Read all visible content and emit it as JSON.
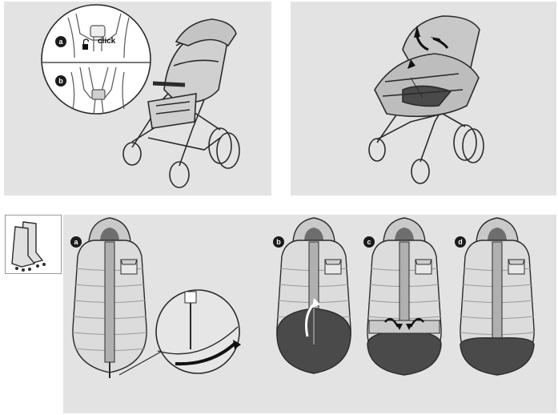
{
  "steps": {
    "top_left": {
      "a": "a",
      "b": "b",
      "click": "click"
    },
    "bottom": {
      "a": "a",
      "b": "b",
      "c": "c",
      "d": "d"
    }
  },
  "icons": [
    "stroller-footmuff-icon",
    "padlock-icon",
    "boots-icon",
    "zipper-icon",
    "pocket-icon",
    "arrow-icon"
  ],
  "colors": {
    "panel": "#e3e3e3",
    "outline": "#2b2b2b",
    "dark_panel": "#4a4a4a",
    "badge": "#1b1b1b"
  }
}
